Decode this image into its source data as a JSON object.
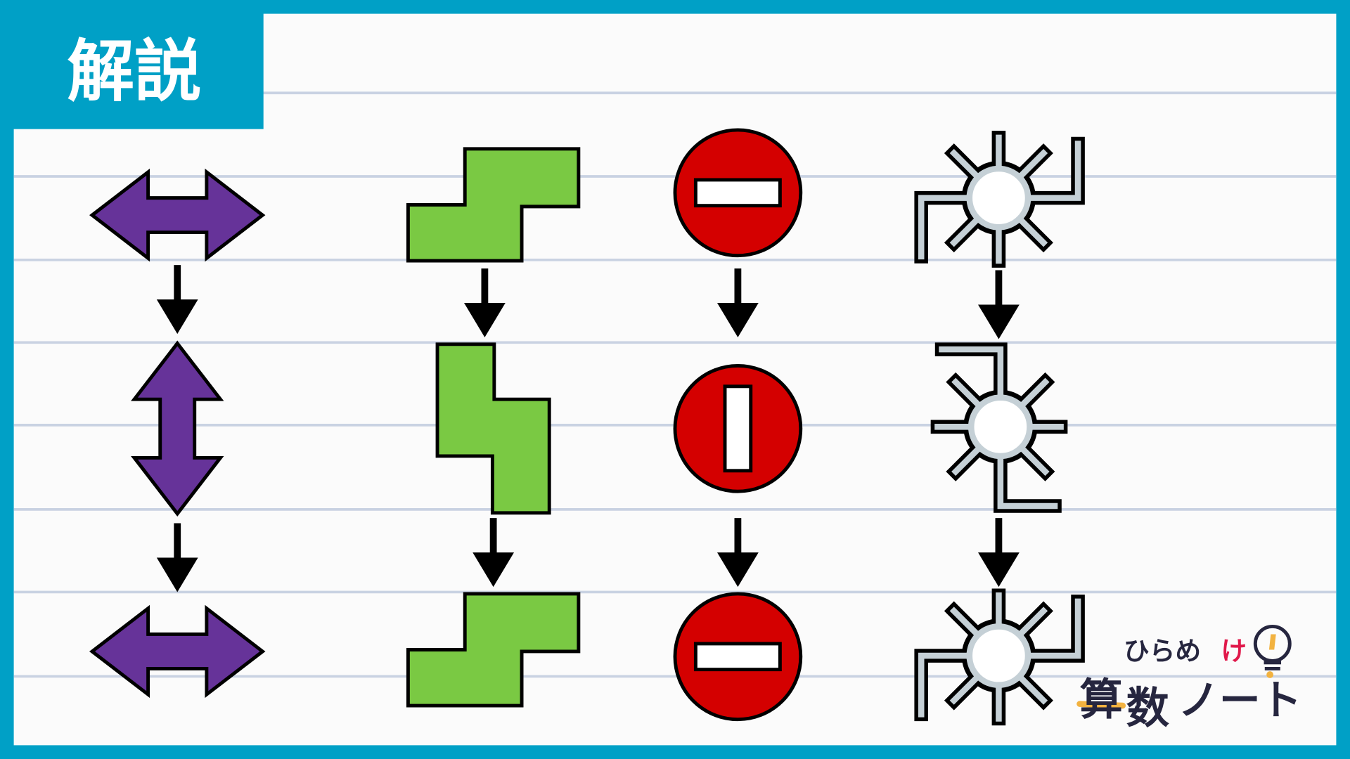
{
  "header": {
    "title": "解説"
  },
  "logo": {
    "line1_main": "ひらめ",
    "line1_accent": "け",
    "line2_a": "算",
    "line2_b": "数",
    "line2_c": "ノート"
  },
  "colors": {
    "frame": "#00a0c6",
    "paper": "#fbfbfb",
    "rule": "#c9d2e2",
    "purple": "#663399",
    "green": "#7ac943",
    "red": "#d40000",
    "gray": "#c5d0d6"
  },
  "columns": [
    {
      "name": "double-arrow",
      "sequence": [
        "horizontal",
        "vertical",
        "horizontal"
      ]
    },
    {
      "name": "z-shape",
      "sequence": [
        "horizontal",
        "vertical",
        "horizontal"
      ]
    },
    {
      "name": "no-entry-sign",
      "sequence": [
        "horizontal-bar",
        "vertical-bar",
        "horizontal-bar"
      ]
    },
    {
      "name": "gear-symbol",
      "sequence": [
        "0deg",
        "90deg",
        "0deg"
      ]
    }
  ]
}
